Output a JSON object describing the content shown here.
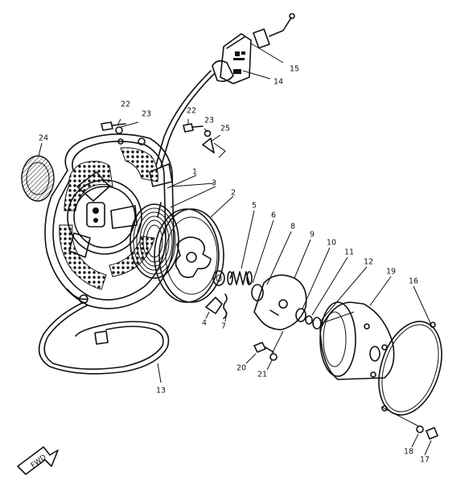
{
  "diagram": {
    "labels": {
      "p1": "1",
      "p2": "2",
      "p3": "3",
      "p4": "4",
      "p5": "5",
      "p6": "6",
      "p7": "7",
      "p8": "8",
      "p9": "9",
      "p10": "10",
      "p11": "11",
      "p12": "12",
      "p13": "13",
      "p14": "14",
      "p15": "15",
      "p16": "16",
      "p17": "17",
      "p18": "18",
      "p19": "19",
      "p20": "20",
      "p21": "21",
      "p22a": "22",
      "p22b": "22",
      "p23a": "23",
      "p23b": "23",
      "p24": "24",
      "p25": "25"
    },
    "fwd_mark": "FWD",
    "colors": {
      "ink": "#111111",
      "paper": "#ffffff"
    }
  }
}
